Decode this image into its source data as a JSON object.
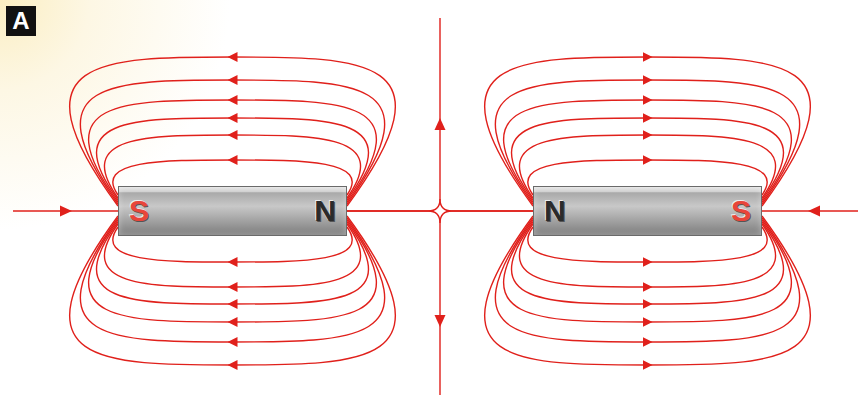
{
  "diagram": {
    "nodes": [
      {
        "text": [
          "S",
          "N"
        ]
      },
      {
        "text": [
          "N",
          "S"
        ]
      }
    ],
    "labels": [
      "A"
    ]
  }
}
